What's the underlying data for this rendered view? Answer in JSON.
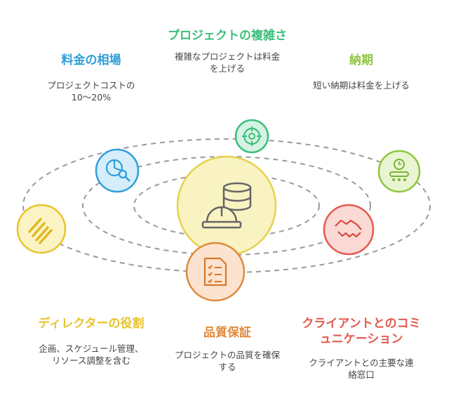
{
  "items": [
    {
      "title": "料金の相場",
      "desc": "プロジェクトコストの10〜20%",
      "color": "#2e9fd9",
      "icon": "pie-magnifier-icon"
    },
    {
      "title": "プロジェクトの複雑さ",
      "desc": "複雑なプロジェクトは料金を上げる",
      "color": "#3bbf7a",
      "icon": "target-icon"
    },
    {
      "title": "納期",
      "desc": "短い納期は料金を上げる",
      "color": "#8ec63f",
      "icon": "clock-conveyor-icon"
    },
    {
      "title": "ディレクターの役割",
      "desc": "企画、スケジュール管理、リソース調整を含む",
      "color": "#e8c32c",
      "icon": "stripes-icon"
    },
    {
      "title": "品質保証",
      "desc": "プロジェクトの品質を確保する",
      "color": "#e08a3a",
      "icon": "checklist-icon"
    },
    {
      "title": "クライアントとのコミュニケーション",
      "desc": "クライアントとの主要な連絡窓口",
      "color": "#e35a4e",
      "icon": "handshake-icon"
    }
  ],
  "center": {
    "icon": "helmet-database-icon",
    "color": "#e9dc62"
  }
}
